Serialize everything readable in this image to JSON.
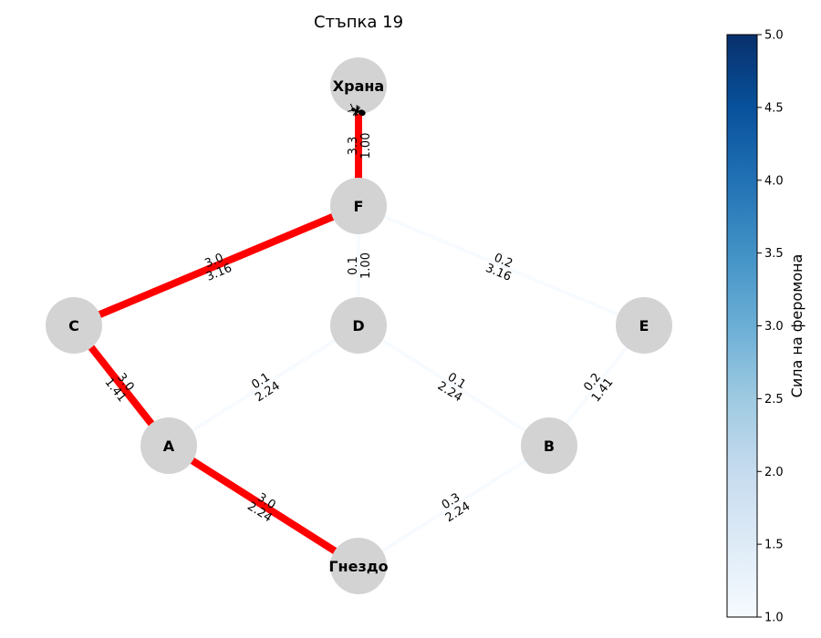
{
  "title": "Стъпка 19",
  "colorbar": {
    "label": "Сила на феромона",
    "min": 1.0,
    "max": 5.0,
    "ticks": [
      "1.0",
      "1.5",
      "2.0",
      "2.5",
      "3.0",
      "3.5",
      "4.0",
      "4.5",
      "5.0"
    ],
    "colormap": [
      "#f7fbff",
      "#deebf7",
      "#c6dbef",
      "#9ecae1",
      "#6baed6",
      "#4292c6",
      "#2171b5",
      "#08519c",
      "#08306b"
    ]
  },
  "colors": {
    "node": "#d3d3d3",
    "best_path": "#ff0000",
    "ant": "#000000"
  },
  "nodes": [
    {
      "id": "food",
      "label": "Храна"
    },
    {
      "id": "F",
      "label": "F"
    },
    {
      "id": "C",
      "label": "C"
    },
    {
      "id": "D",
      "label": "D"
    },
    {
      "id": "E",
      "label": "E"
    },
    {
      "id": "A",
      "label": "A"
    },
    {
      "id": "B",
      "label": "B"
    },
    {
      "id": "nest",
      "label": "Гнездо"
    }
  ],
  "edges": [
    {
      "from": "F",
      "to": "food",
      "pheromone": "3.3",
      "distance": "1.00",
      "best": true
    },
    {
      "from": "C",
      "to": "F",
      "pheromone": "3.0",
      "distance": "3.16",
      "best": true
    },
    {
      "from": "D",
      "to": "F",
      "pheromone": "0.1",
      "distance": "1.00",
      "best": false
    },
    {
      "from": "F",
      "to": "E",
      "pheromone": "0.2",
      "distance": "3.16",
      "best": false
    },
    {
      "from": "C",
      "to": "A",
      "pheromone": "3.0",
      "distance": "1.41",
      "best": true
    },
    {
      "from": "A",
      "to": "D",
      "pheromone": "0.1",
      "distance": "2.24",
      "best": false
    },
    {
      "from": "D",
      "to": "B",
      "pheromone": "0.1",
      "distance": "2.24",
      "best": false
    },
    {
      "from": "B",
      "to": "E",
      "pheromone": "0.2",
      "distance": "1.41",
      "best": false
    },
    {
      "from": "A",
      "to": "nest",
      "pheromone": "3.0",
      "distance": "2.24",
      "best": true
    },
    {
      "from": "nest",
      "to": "B",
      "pheromone": "0.3",
      "distance": "2.24",
      "best": false
    }
  ],
  "ant": {
    "icon": "ant-icon",
    "at": "food"
  }
}
